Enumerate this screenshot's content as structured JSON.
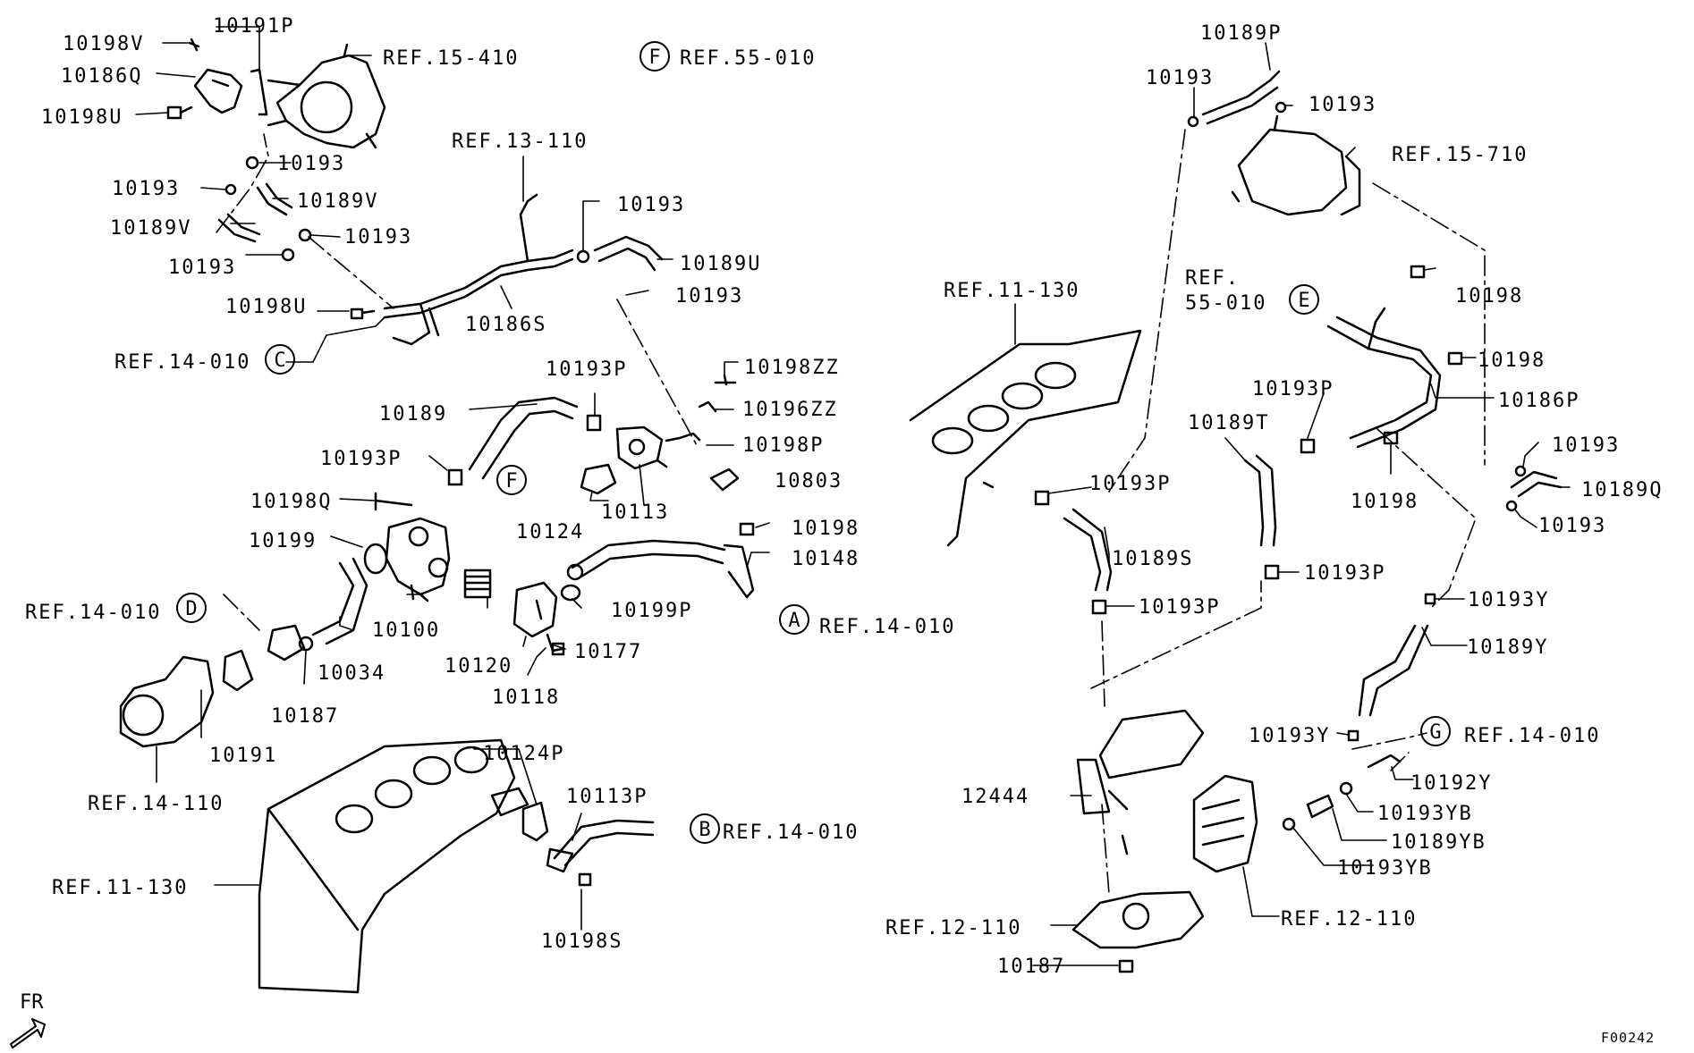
{
  "diagram_code": "F00242",
  "direction_label": "FR",
  "callouts": [
    "10198V",
    "10191P",
    "10186Q",
    "REF.15-410",
    "10198U",
    "10193",
    "10193",
    "10189V",
    "10189V",
    "10193",
    "10193",
    "10198U",
    "REF.14-010",
    "REF.13-110",
    "10193",
    "10189U",
    "10186S",
    "10193",
    "10193P",
    "10198ZZ",
    "10189",
    "10196ZZ",
    "10193P",
    "10198P",
    "10803",
    "10198Q",
    "10113",
    "10124",
    "10199",
    "10198",
    "10148",
    "REF.14-010",
    "10199P",
    "10100",
    "10034",
    "10187",
    "10120",
    "10118",
    "10177",
    "REF.14-010",
    "10191",
    "REF.14-110",
    "10124P",
    "10113P",
    "REF.14-010",
    "REF.11-130",
    "10198S",
    "10189P",
    "10193",
    "10193",
    "REF.15-710",
    "REF.11-130",
    "REF.",
    "55-010",
    "10198",
    "10198",
    "10193P",
    "10186P",
    "10189T",
    "10193",
    "10189Q",
    "10198",
    "10193P",
    "10193",
    "10189S",
    "10193P",
    "10193P",
    "10193Y",
    "10189Y",
    "REF.14-010",
    "10193Y",
    "10192Y",
    "12444",
    "10193YB",
    "10189YB",
    "10193YB",
    "REF.12-110",
    "REF.12-110",
    "10187"
  ],
  "markers": [
    {
      "letter": "F",
      "ref": "REF.55-010"
    },
    {
      "letter": "C"
    },
    {
      "letter": "F"
    },
    {
      "letter": "D"
    },
    {
      "letter": "A"
    },
    {
      "letter": "B"
    },
    {
      "letter": "E"
    },
    {
      "letter": "G"
    }
  ]
}
